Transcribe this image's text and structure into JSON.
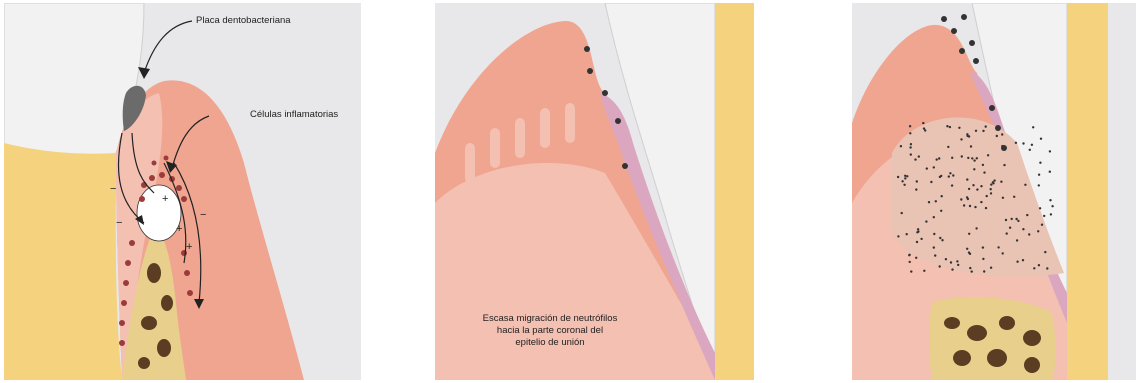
{
  "diagram": {
    "panels": [
      {
        "id": "inflammation-overview",
        "labels": {
          "plaque": "Placa dentobacteriana",
          "inflammatory_cells": "Células inflamatorias"
        },
        "signs": [
          "−",
          "−",
          "−",
          "+",
          "+",
          "+"
        ]
      },
      {
        "id": "neutrophil-migration",
        "caption": [
          "Escasa migración de neutrófilos",
          "hacia la parte coronal del",
          "epitelio de unión"
        ]
      },
      {
        "id": "advanced-lesion"
      }
    ],
    "colors": {
      "background": "#e8e8ea",
      "gingiva": "#f0a590",
      "gingiva_light": "#f3c0b1",
      "epithelium": "#dba7c0",
      "tooth_enamel": "#f2f2f2",
      "root_dentin": "#f4d27e",
      "bone": "#e9cf8c",
      "bone_pore": "#5a3d22",
      "plaque": "#6b6b6b",
      "inflammatory_cell": "#9b3b3b",
      "arrow": "#222222"
    }
  }
}
